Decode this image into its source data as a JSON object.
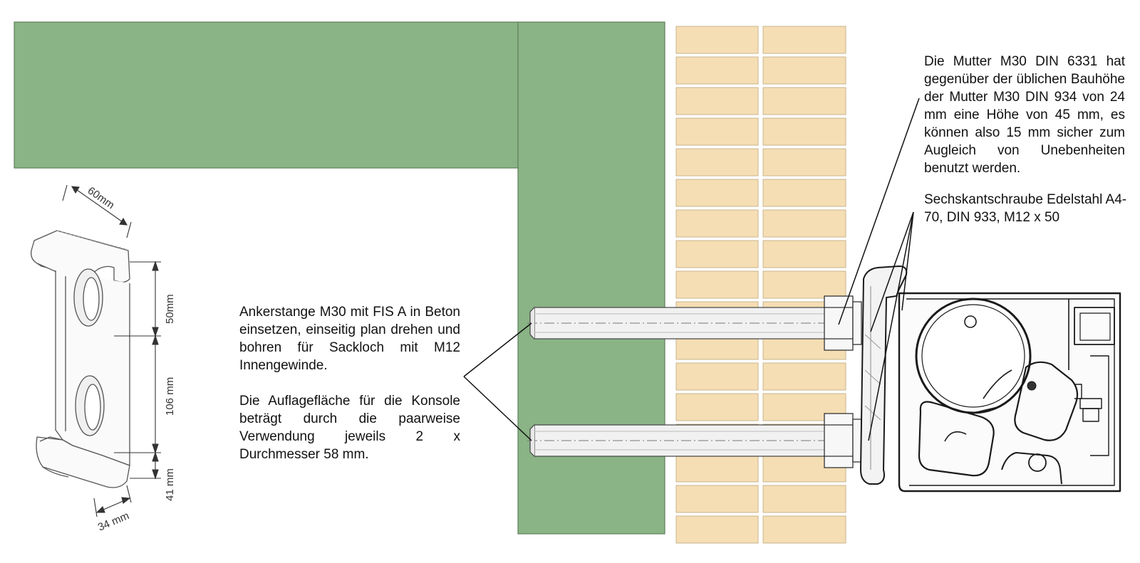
{
  "callouts": {
    "anchor_rod": "Ankerstange M30 mit FIS A in Beton einsetzen, einseitig plan drehen und bohren für Sackloch mit M12 Innengewinde.",
    "bearing_surface": "Die Auflagefläche für die Konsole beträgt durch die paarweise Verwendung jeweils 2 x Durchmesser 58 mm.",
    "nut": "Die Mutter M30 DIN 6331 hat gegenüber der üblichen Bauhöhe der Mutter M30 DIN 934 von 24 mm eine Höhe von 45 mm, es können also 15 mm sicher zum Augleich von Unebenheiten benutzt werden.",
    "screw": "Sechskantschraube Edelstahl A4-70, DIN 933, M12 x 50"
  },
  "bracket_dimensions": {
    "width": "60mm",
    "top_offset": "50mm",
    "slot_spacing": "106 mm",
    "bottom_offset": "41 mm",
    "depth": "34 mm"
  },
  "colors": {
    "concrete": "#8ab386",
    "brick": "#f5deb3",
    "brick_mortar": "#e9e4d8",
    "line": "#222222"
  }
}
